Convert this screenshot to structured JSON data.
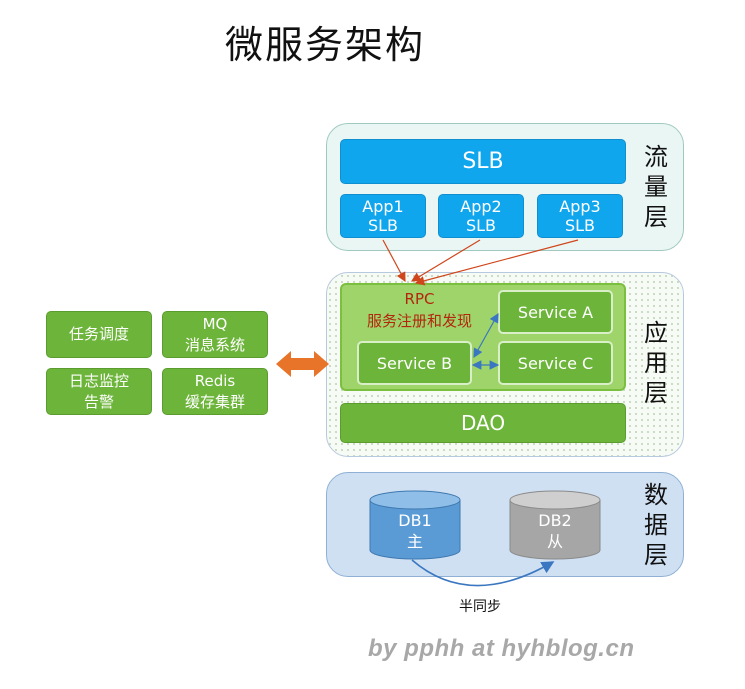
{
  "title": "微服务架构",
  "layers": {
    "traffic": {
      "label": "流量层",
      "slb": "SLB",
      "apps": [
        "App1 SLB",
        "App2 SLB",
        "App3 SLB"
      ]
    },
    "application": {
      "label": "应用层",
      "rpc_title": "RPC",
      "rpc_subtitle": "服务注册和发现",
      "services": {
        "a": "Service A",
        "b": "Service B",
        "c": "Service C"
      },
      "dao": "DAO"
    },
    "data": {
      "label": "数据层",
      "db1": [
        "DB1",
        "主"
      ],
      "db2": [
        "DB2",
        "从"
      ],
      "sync": "半同步"
    }
  },
  "side_components": [
    [
      "任务调度"
    ],
    [
      "MQ",
      "消息系统"
    ],
    [
      "日志监控",
      "告警"
    ],
    [
      "Redis",
      "缓存集群"
    ]
  ],
  "watermark": "by pphh at hyhblog.cn",
  "colors": {
    "blue": "#10a6ee",
    "green": "#6cb43a",
    "rpc_red": "#b3260e",
    "arrow_orange": "#e8742a"
  }
}
